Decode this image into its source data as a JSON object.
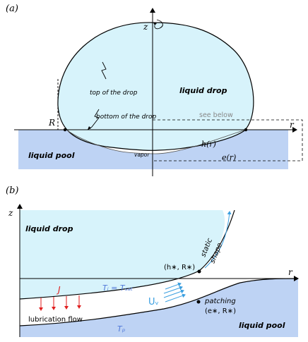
{
  "panel_a": {
    "label": "(a)",
    "axis_z": "z",
    "axis_r": "r",
    "radius_label": "R",
    "top_label": "top of the drop",
    "bottom_label": "bottom of the drop",
    "drop_label": "liquid drop",
    "pool_label": "liquid pool",
    "vapor_label": "vapor",
    "see_below": "see below",
    "h_label": "h(r)",
    "e_label": "e(r)"
  },
  "panel_b": {
    "label": "(b)",
    "axis_z": "z",
    "axis_r": "r",
    "drop_label": "liquid drop",
    "pool_label": "liquid pool",
    "static_label": "static",
    "shape_label": "shape",
    "h_star_label": "(h∗, R∗)",
    "patching_label": "patching",
    "e_star_label": "(e∗, R∗)",
    "J_label": "J",
    "Ti_label": "Tᵢ = Tₛₐₜ",
    "Uv_label": "Uᵥ",
    "lub_label": "lubrication flow",
    "Tp_label": "Tₚ"
  },
  "colors": {
    "drop_fill": "#d7f3fb",
    "pool_fill": "#bed3f4",
    "red": "#e01e1e",
    "blue": "#5078d8",
    "arrow_blue": "#3a9fe0",
    "gray": "#888888"
  }
}
